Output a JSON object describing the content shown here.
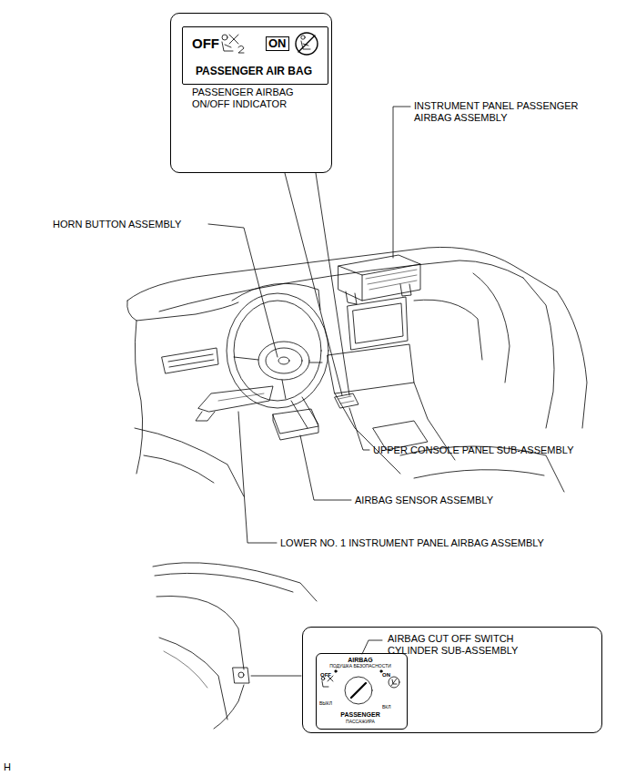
{
  "diagram": {
    "nodes": [
      {
        "text": [
          "PASSENGER AIRBAG ON/OFF INDICATOR"
        ]
      },
      {
        "text": [
          "OFF",
          "ON",
          "PASSENGER AIR BAG"
        ],
        "in": 0
      },
      {
        "text": [
          "AIRBAG CUT OFF SWITCH CYLINDER SUB-ASSEMBLY"
        ]
      },
      {
        "text": [
          "AIRBAG",
          "ПОДУШКА БЕЗОПАСНОСТИ",
          "OFF",
          "ON",
          "ВЫКЛ",
          "ВКЛ",
          "PASSENGER",
          "ПАССАЖИРА"
        ],
        "in": 2
      }
    ],
    "labels": [
      "INSTRUMENT PANEL PASSENGER AIRBAG ASSEMBLY",
      "HORN BUTTON ASSEMBLY",
      "UPPER CONSOLE PANEL SUB-ASSEMBLY",
      "AIRBAG SENSOR ASSEMBLY",
      "LOWER NO. 1 INSTRUMENT PANEL AIRBAG ASSEMBLY",
      "H"
    ]
  }
}
